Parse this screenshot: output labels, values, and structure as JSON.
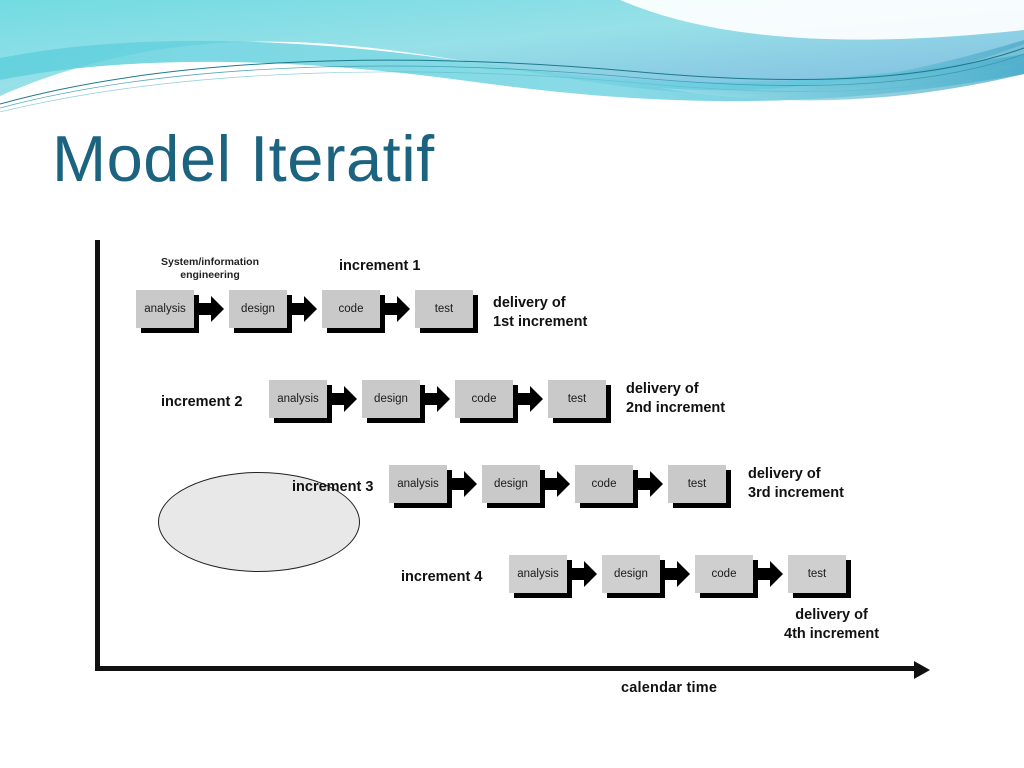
{
  "slide": {
    "title": "Model Iteratif",
    "title_color": "#1c6380"
  },
  "theme": {
    "accent_cyan": "#5fd3de",
    "accent_blue": "#7fc4e4",
    "accent_teal_line": "#1b7a8c",
    "background": "#ffffff"
  },
  "diagram": {
    "type": "incremental-process-model",
    "panel_background": "#ffffff",
    "box_fill": "#c9c9c9",
    "shadow_color": "#000000",
    "ellipse": {
      "label_line1": "System/information",
      "label_line2": "engineering",
      "fill": "#e8e8e8"
    },
    "phases": [
      "analysis",
      "design",
      "code",
      "test"
    ],
    "axis": {
      "caption": "calendar time",
      "orientation": "horizontal-right-arrow",
      "color": "#111111"
    },
    "rows": [
      {
        "increment_label": "increment 1",
        "increment_label_position": "above-center",
        "delivery_line1": "delivery of",
        "delivery_line2": "1st increment",
        "delivery_position": "right",
        "phases": [
          "analysis",
          "design",
          "code",
          "test"
        ]
      },
      {
        "increment_label": "increment 2",
        "increment_label_position": "left",
        "delivery_line1": "delivery of",
        "delivery_line2": "2nd increment",
        "delivery_position": "right",
        "phases": [
          "analysis",
          "design",
          "code",
          "test"
        ]
      },
      {
        "increment_label": "increment 3",
        "increment_label_position": "left",
        "delivery_line1": "delivery of",
        "delivery_line2": "3rd increment",
        "delivery_position": "right",
        "phases": [
          "analysis",
          "design",
          "code",
          "test"
        ]
      },
      {
        "increment_label": "increment 4",
        "increment_label_position": "left",
        "delivery_line1": "delivery of",
        "delivery_line2": "4th increment",
        "delivery_position": "below-right",
        "phases": [
          "analysis",
          "design",
          "code",
          "test"
        ]
      }
    ]
  }
}
